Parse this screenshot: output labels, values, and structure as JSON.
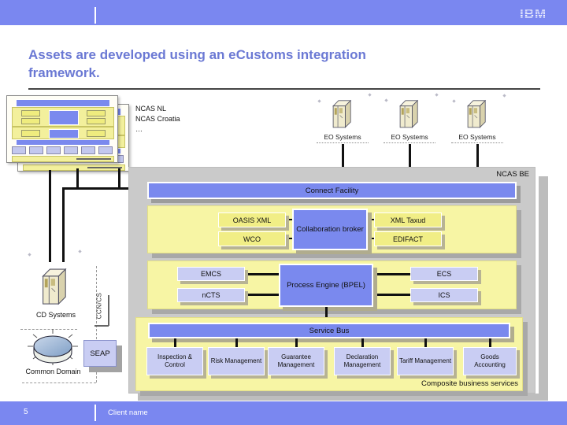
{
  "brand": "IBM",
  "title": {
    "line1": "Assets are developed using an eCustoms integration",
    "line2": "framework."
  },
  "ncas_stack": {
    "lines": [
      "NCAS NL",
      "NCAS Croatia",
      "…"
    ]
  },
  "eo_systems": {
    "label": "EO Systems"
  },
  "ncas_be_label": "NCAS BE",
  "connect_facility": "Connect Facility",
  "broker_band": {
    "left": [
      "OASIS XML",
      "WCO"
    ],
    "center": "Collaboration broker",
    "right": [
      "XML Taxud",
      "EDIFACT"
    ]
  },
  "process_band": {
    "left": [
      "EMCS",
      "nCTS"
    ],
    "center": "Process Engine (BPEL)",
    "right": [
      "ECS",
      "ICS"
    ]
  },
  "service_bus": "Service Bus",
  "services": [
    "Inspection & Control",
    "Risk Management",
    "Guarantee Management",
    "Declaration Management",
    "Tariff Management",
    "Goods Accounting"
  ],
  "composite_label": "Composite business services",
  "left_group": {
    "cd_systems": "CD Systems",
    "ccn_label": "CCN/CS",
    "common_domain": "Common Domain",
    "seap": "SEAP"
  },
  "footer": {
    "page_number": "5",
    "client": "Client name"
  },
  "colors": {
    "bar_blue": "#7a87f0",
    "box_blue": "#7a89ee",
    "band_yellow": "#f7f5a4",
    "chip_yellow": "#f1ee86",
    "lavender": "#c9cdf3",
    "panel_gray": "#cacaca",
    "title_blue": "#6b79d4"
  }
}
